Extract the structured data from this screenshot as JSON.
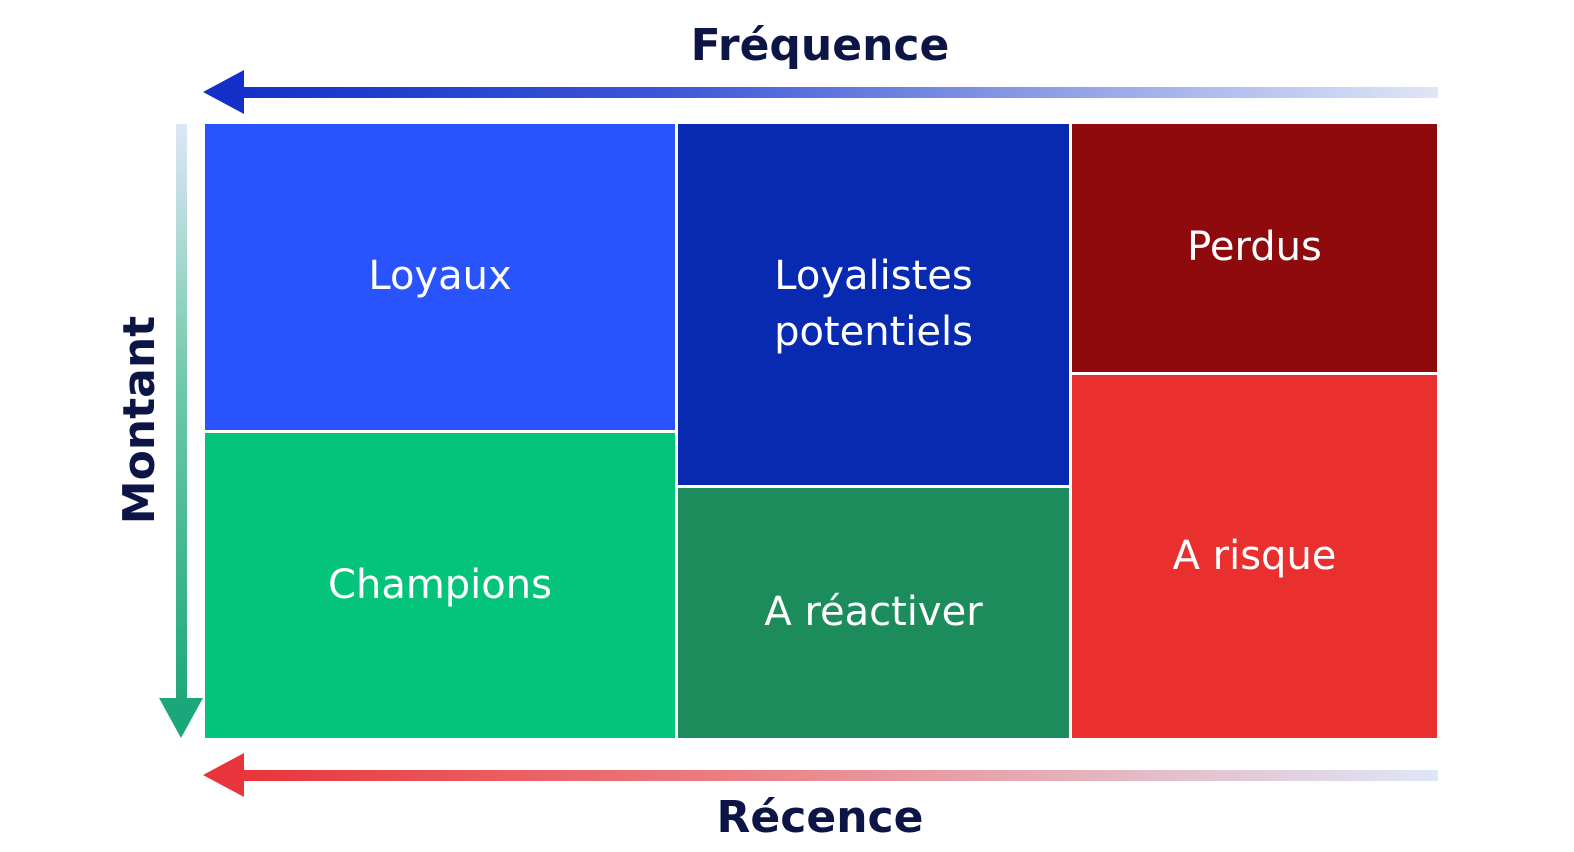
{
  "axes": {
    "top": "Fréquence",
    "left": "Montant",
    "bottom": "Récence"
  },
  "colors": {
    "axis_text": "#0d1546",
    "frequence_arrow": "#1530c8",
    "montant_arrow": "#1ca77a",
    "recence_arrow": "#e8343a",
    "arrow_fade": "#dfe6f7"
  },
  "segments": [
    {
      "label": "Loyaux",
      "color": "#2953fd"
    },
    {
      "label": "Champions",
      "color": "#03c47a"
    },
    {
      "label": "Loyalistes\npotentiels",
      "color": "#072ab0"
    },
    {
      "label": "A réactiver",
      "color": "#1c8c5c"
    },
    {
      "label": "Perdus",
      "color": "#8e0a0d"
    },
    {
      "label": "A risque",
      "color": "#e9302e"
    }
  ]
}
